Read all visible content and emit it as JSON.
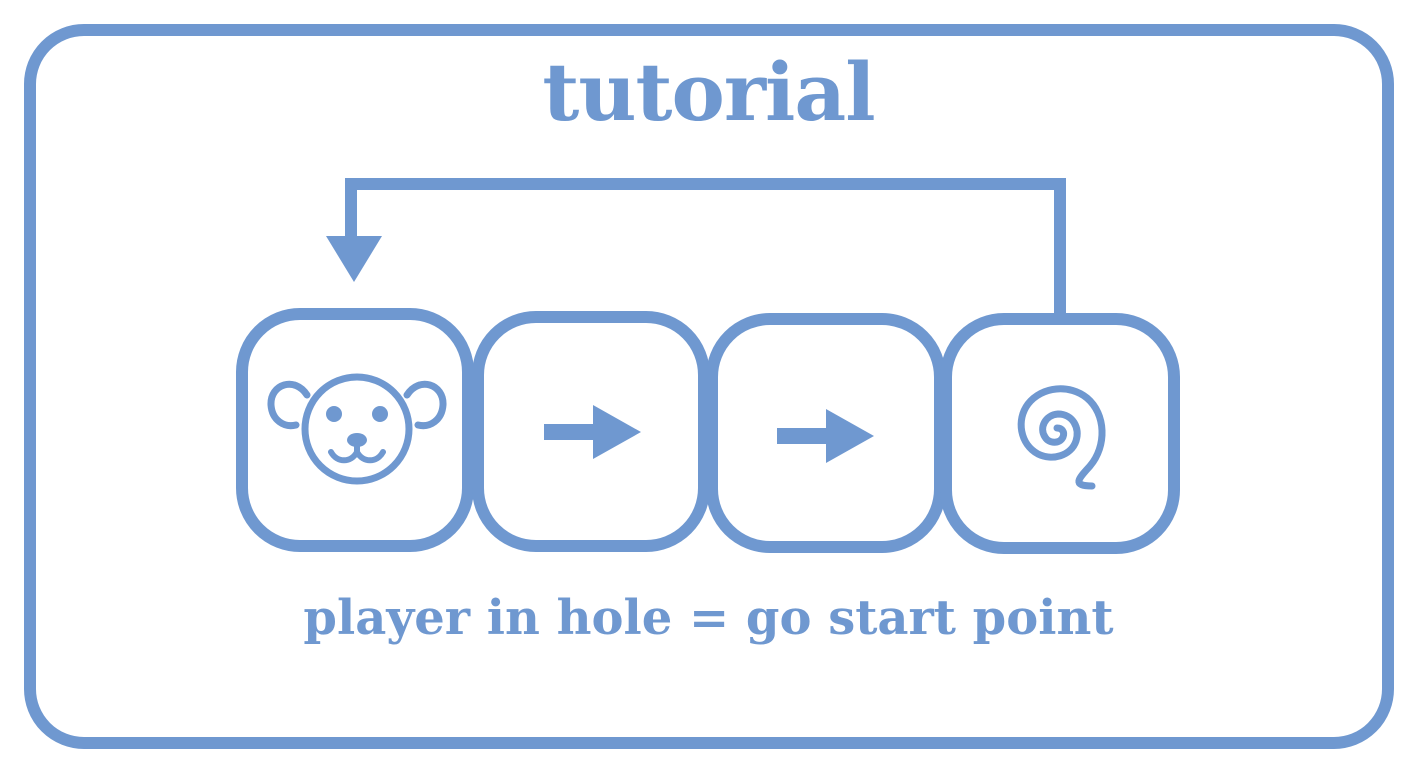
{
  "tutorial": {
    "title": "tutorial",
    "caption": "player in hole = go start point",
    "accent_color": "#6f98d0",
    "tiles": [
      {
        "icon": "bear-face-icon",
        "role": "start point"
      },
      {
        "icon": "arrow-right-icon",
        "role": "path"
      },
      {
        "icon": "arrow-right-icon",
        "role": "path"
      },
      {
        "icon": "spiral-hole-icon",
        "role": "hole"
      }
    ],
    "return_arrow_icon": "return-arrow-icon"
  }
}
